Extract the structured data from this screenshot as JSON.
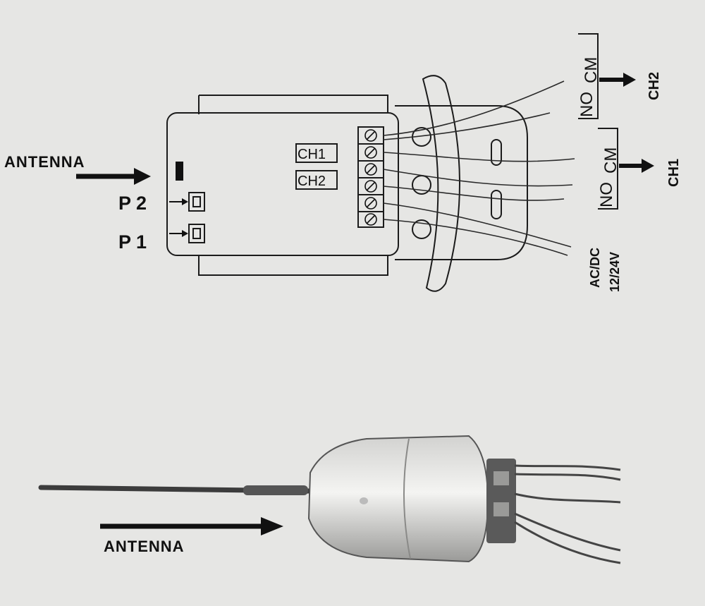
{
  "diagram": {
    "antenna_label_top": "ANTENNA",
    "antenna_label_bottom": "ANTENNA",
    "buttons": [
      {
        "label": "P 2"
      },
      {
        "label": "P 1"
      }
    ],
    "board_channels": [
      "CH1",
      "CH2"
    ],
    "terminal_labels": {
      "ch2": {
        "no": "NO",
        "cm": "CM"
      },
      "ch1": {
        "no": "NO",
        "cm": "CM"
      }
    },
    "outputs": [
      "CH2",
      "CH1"
    ],
    "power": {
      "line1": "AC/DC",
      "line2": "12/24V"
    }
  }
}
